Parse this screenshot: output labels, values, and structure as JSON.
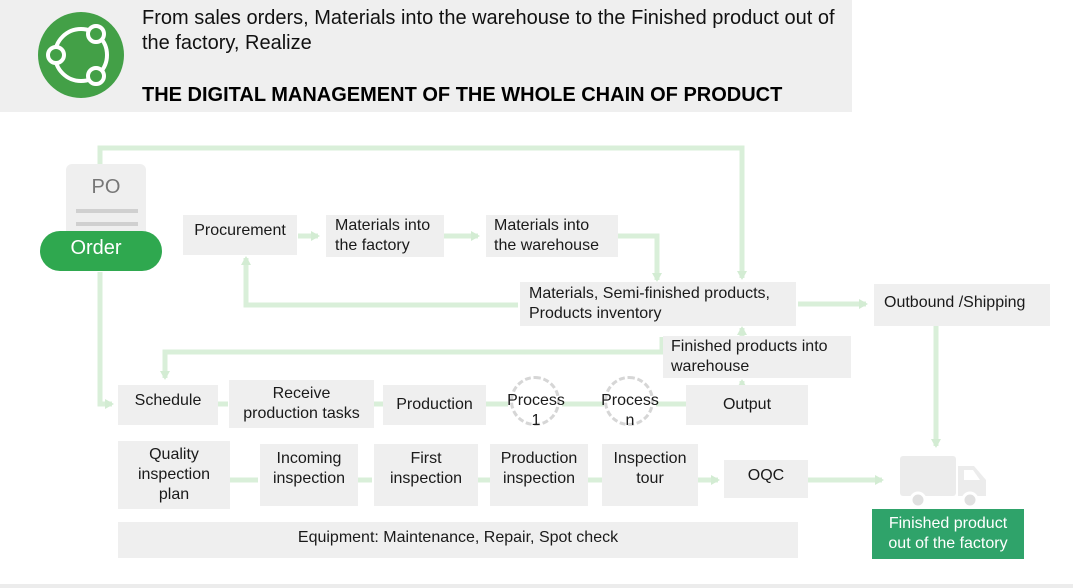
{
  "header": {
    "subtitle": "From sales orders, Materials into the warehouse to the Finished product out of the factory, Realize",
    "title": "THE DIGITAL MANAGEMENT OF THE WHOLE CHAIN OF PRODUCT",
    "logo_icon": "share-nodes-icon"
  },
  "po": {
    "label": "PO",
    "order_label": "Order"
  },
  "row_top": {
    "procurement": "Procurement",
    "materials_factory": "Materials into\nthe factory",
    "materials_warehouse": "Materials into\nthe warehouse"
  },
  "inventory": "Materials, Semi-finished products,\nProducts inventory",
  "outbound": "Outbound /Shipping",
  "finished_into_warehouse": "Finished products into\nwarehouse",
  "production_row": {
    "schedule": "Schedule",
    "receive": "Receive\nproduction tasks",
    "production": "Production",
    "process1": "Process\n1",
    "processn": "Process\nn",
    "output": "Output"
  },
  "quality_row": {
    "plan": "Quality\ninspection\nplan",
    "incoming": "Incoming\ninspection",
    "first": "First\ninspection",
    "production": "Production\ninspection",
    "tour": "Inspection\ntour",
    "oqc": "OQC"
  },
  "equipment": "Equipment: Maintenance, Repair, Spot check",
  "finished_out": "Finished product\nout of the factory",
  "truck_icon": "truck-icon",
  "colors": {
    "flow": "#d9efd9",
    "accent": "#2fa84f",
    "finished": "#2fa36a",
    "box": "#efefef"
  }
}
